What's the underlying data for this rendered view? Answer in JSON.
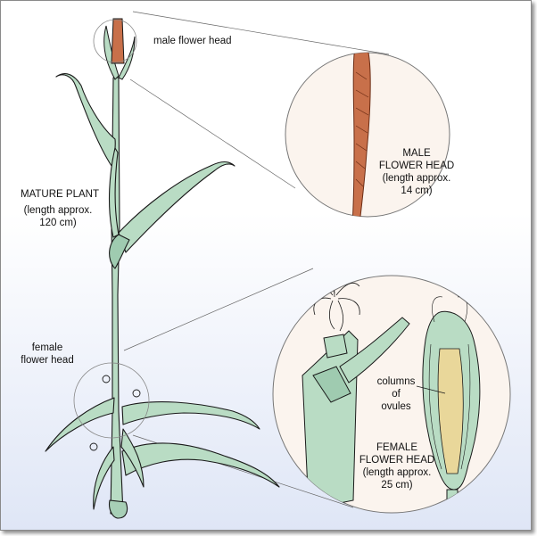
{
  "labels": {
    "male_flower_head": "male flower head",
    "mature_plant": {
      "title": "MATURE PLANT",
      "line1": "(length approx.",
      "line2": "120 cm)"
    },
    "female_flower_head": {
      "line1": "female",
      "line2": "flower head"
    },
    "male_detail": {
      "line1": "MALE",
      "line2": "FLOWER HEAD",
      "line3": "(length approx.",
      "line4": "14 cm)"
    },
    "columns_of_ovules": {
      "line1": "columns",
      "line2": "of",
      "line3": "ovules"
    },
    "female_detail": {
      "line1": "FEMALE",
      "line2": "FLOWER HEAD",
      "line3": "(length approx.",
      "line4": "25 cm)"
    }
  },
  "colors": {
    "leaf": "#b9dcc4",
    "leaf_shadow": "#8fbfa2",
    "outline": "#1a1a1a",
    "male_flower": "#c8704a",
    "female_core": "#e9d79a",
    "frame_bottom": "#dfe6f6"
  }
}
